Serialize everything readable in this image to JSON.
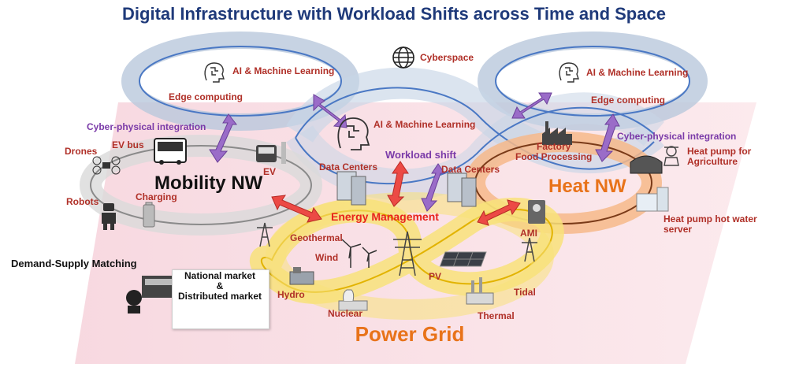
{
  "title": "Digital Infrastructure with Workload Shifts across Time and Space",
  "labels": {
    "cyberspace": "Cyberspace",
    "ai_left": "AI & Machine Learning",
    "ai_center": "AI & Machine Learning",
    "ai_right": "AI & Machine Learning",
    "edge_left": "Edge computing",
    "edge_right": "Edge computing",
    "cpi_left": "Cyber-physical integration",
    "cpi_right": "Cyber-physical integration",
    "ev_bus": "EV bus",
    "drones": "Drones",
    "ev": "EV",
    "robots": "Robots",
    "charging": "Charging",
    "mobility_nw": "Mobility NW",
    "data_centers_left": "Data Centers",
    "data_centers_right": "Data Centers",
    "workload_shift": "Workload shift",
    "factory_food": "Factory\nFood Processing",
    "heat_nw": "Heat NW",
    "heat_pump_agri": "Heat pump for\nAgriculture",
    "heat_pump_water": "Heat pump hot water\nserver",
    "energy_management": "Energy Management",
    "geothermal": "Geothermal",
    "wind": "Wind",
    "pv": "PV",
    "ami": "AMI",
    "hydro": "Hydro",
    "nuclear": "Nuclear",
    "tidal": "Tidal",
    "thermal": "Thermal",
    "demand_supply": "Demand-Supply Matching",
    "market": "National market\n&\nDistributed market",
    "power_grid": "Power Grid"
  },
  "colors": {
    "title": "#1f3a7a",
    "label_red": "#b03028",
    "label_purple": "#7a3aa8",
    "heat_orange": "#e8731a",
    "energy_red": "#e8231c",
    "ring_blue": "#4a78c4",
    "ring_halo": "#b9c8dc",
    "grid_yellow": "#f8e27a",
    "heat_halo": "#f6b98a",
    "floor_pink": "#f9dde3",
    "arrow_purple": "#9a6cc8",
    "arrow_red": "#ec4a45"
  },
  "icons": [
    "globe-icon",
    "brain-icon",
    "bus-icon",
    "drone-icon",
    "ev-car-icon",
    "robot-icon",
    "battery-icon",
    "server-icon",
    "factory-icon",
    "greenhouse-icon",
    "farmer-icon",
    "water-heater-icon",
    "meter-icon",
    "pylon-icon",
    "wind-turbine-icon",
    "solar-panel-icon",
    "hydro-dam-icon",
    "nuclear-plant-icon",
    "thermal-plant-icon",
    "control-room-icon",
    "chart-icon",
    "yen-icon"
  ]
}
